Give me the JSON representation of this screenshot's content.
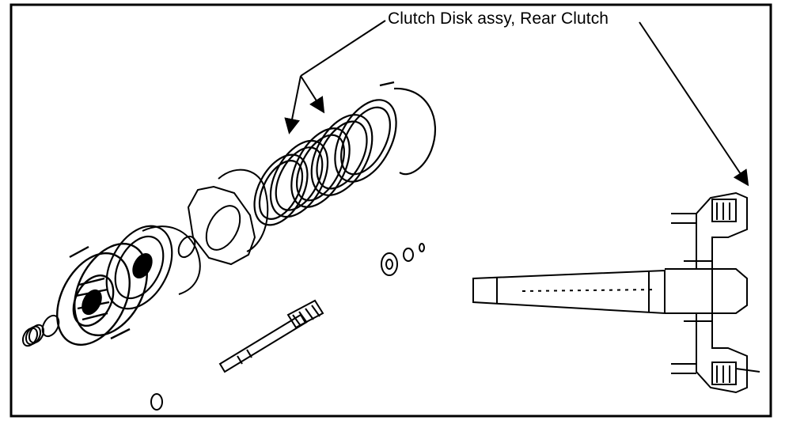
{
  "diagram": {
    "callout_label": "Clutch Disk assy, Rear Clutch",
    "colors": {
      "ink": "#000000",
      "paper": "#ffffff"
    },
    "parts": [
      "clutch-drum",
      "piston",
      "return-spring",
      "retainer-plate",
      "clutch-disks",
      "snap-ring",
      "input-shaft",
      "thrust-washer",
      "sectional-view"
    ]
  }
}
